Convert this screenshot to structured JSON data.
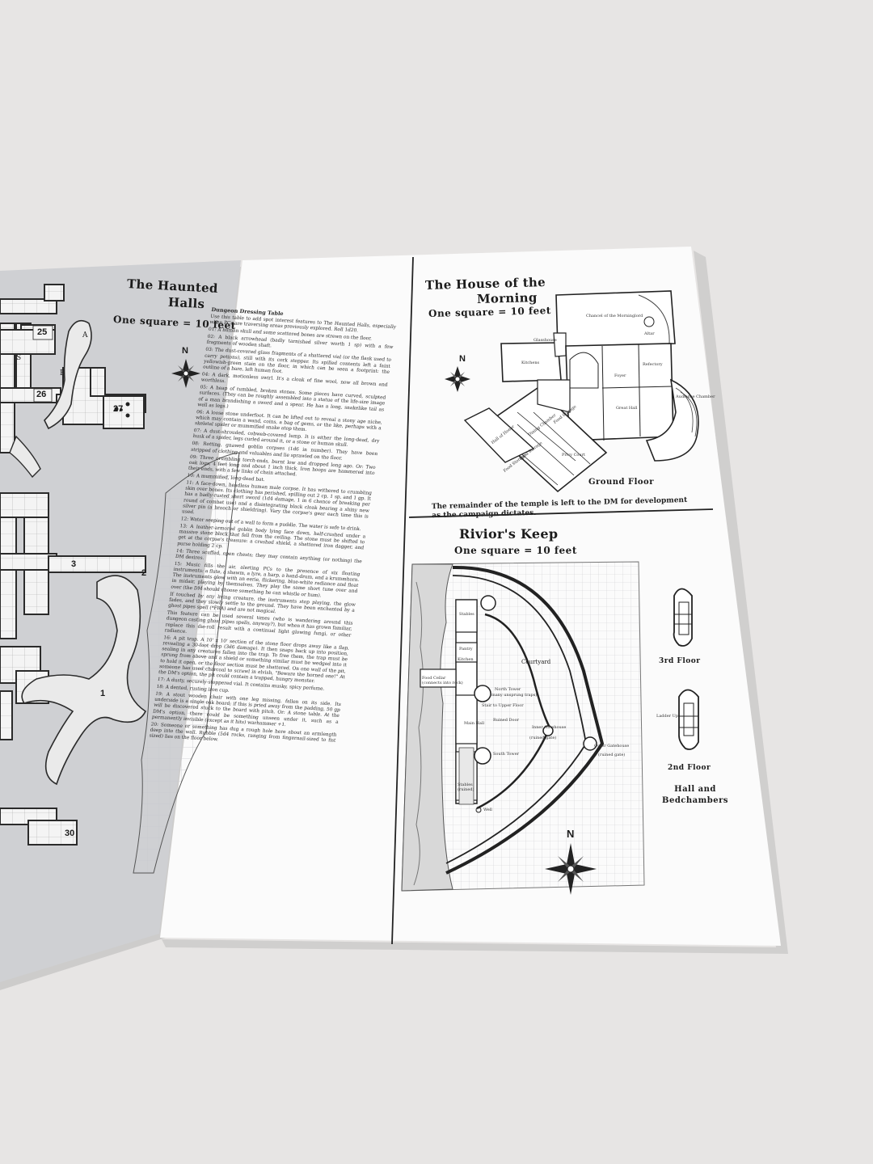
{
  "haunted_halls": {
    "title_line1": "The Haunted",
    "title_line2": "Halls",
    "scale": "One square = 10 feet",
    "compass": "N",
    "room_numbers": [
      "25",
      "26",
      "27",
      "3",
      "2",
      "1",
      "30"
    ],
    "letters": [
      "A",
      "B",
      "S"
    ]
  },
  "dungeon_table": {
    "heading": "Dungeon Dressing Table",
    "intro": "Use this table to add spot interest features to The Haunted Halls, especially when PCs are traversing areas previously explored. Roll 1d20.",
    "entries": [
      "01: A human skull and some scattered bones are strewn on the floor.",
      "02: A black arrowhead (badly tarnished silver worth 1 sp) with a few fragments of wooden shaft.",
      "03: The dust-covered glass fragments of a shattered vial (or the flask used to carry potions), still with its cork stopper. Its spilled contents left a faint yellowish-green stain on the floor, in which can be seen a footprint: the outline of a bare, left human foot.",
      "04: A dark, motionless swirl. It's a cloak of fine wool, now all brown and worthless.",
      "05: A heap of tumbled, broken stones. Some pieces have curved, sculpted surfaces. (They can be roughly assembled into a statue of the life-size image of a man brandishing a sword and a spear. He has a long, snakelike tail as well as legs.)",
      "06: A loose stone underfoot. It can be lifted out to reveal a stony age niche, which may contain a wand, coins, a bag of gems, or the like, perhaps with a skeletal spider or mummified snake atop them.",
      "07: A dust-shrouded, cobweb-covered lump. It is either the long-dead, dry husk of a spider, legs curled around it, or a stone or human skull.",
      "08: Rotting, gnawed goblin corpses (1d6 in number). They have been stripped of clothing and valuables and lie sprawled on the floor.",
      "09: Three crumbling torch-ends, burnt low and dropped long ago. Or: Two oak logs, 4 feet long and about 1 inch thick. Iron hoops are hammered into their ends, with a few links of chain attached.",
      "10: A mummified, long-dead bat.",
      "11: A face-down, headless human male corpse. It has withered to crumbling skin over bones. Its clothing has perished, spilling out 2 cp, 1 sp, and 1 gp. It has a badly-rusted short sword (1d4 damage, 1 in 6 chance of breaking per round of combat use) and a disintegrating black cloak bearing a shiny new silver pin (a brooch or shieldring). Vary the corpse's gear each time this is used.",
      "12: Water seeping out of a wall to form a puddle. The water is safe to drink.",
      "13: A leather-armored goblin body lying face down, half-crushed under a massive stone block that fell from the ceiling. The stone must be shifted to get at the corpse's treasure: a crushed shield, a shattered iron dagger, and purse holding 2 cp.",
      "14: Three scuffed, open chests; they may contain anything (or nothing) the DM desires.",
      "15: Music fills the air, alerting PCs to the presence of six floating instruments: a flute, a shawm, a lyre, a harp, a hand-drum, and a krummhorn. The instruments glow with an eerie, flickering, blue-white radiance and float in midair, playing by themselves. They play the same short tune over and over (the DM should choose something he can whistle or hum).",
      "If touched by any living creature, the instruments stop playing, the glow fades, and they slowly settle to the ground. They have been enchanted by a ghost pipes spell (*FRA) and are not magical.",
      "This feature can be used several times (who is wandering around this dungeon casting ghost pipes spells, anyway?), but when it has grown familiar, replace this die-roll result with a continual light glowing fungi, or other radiance.",
      "16: A pit trap. A 10' x 10' section of the stone floor drops away like a flap, revealing a 30-foot drop (3d6 damage). It then snaps back up into position, sealing in any creatures fallen into the trap. To free them, the trap must be sprung from above and a shield or something similar must be wedged into it to hold it open, or the floor section must be shattered. On one wall of the pit, someone has used charcoal to scrawl in elvish, \"Beware the horned one!\" At the DM's option, the pit could contain a trapped, hungry monster.",
      "17: A dusty, securely-stoppered vial. It contains musky, spicy perfume.",
      "18: A dented, rusting iron cup.",
      "19: A stout wooden chair with one leg missing, fallen on its side. Its underside is a single oak board; if this is pried away from the padding, 50 gp will be discovered stuck to the board with pitch. Or: A stone table. At the DM's option, there could be something unseen under it, such as a permanently invisible (except as it hits) warhammer +1.",
      "20: Someone or something has dug a rough hole here about an armlength deep into the wall. Rubble (5d4 rocks, ranging from fingernail-sized to fist sized) lies on the floor below."
    ]
  },
  "house_of_morning": {
    "title_line1": "The House of the",
    "title_line2": "Morning",
    "scale": "One square = 10 feet",
    "compass": "N",
    "rooms": {
      "chancel": "Chancel of the Morninglord",
      "altar": "Altar",
      "glasshouse": "Glasshouse",
      "kitchens": "Kitchens",
      "foyer": "Foyer",
      "great_hall": "Great Hall",
      "refectory": "Refectory",
      "audience": "Audience Chamber",
      "hall_of_honor": "Hall of Honor",
      "dining": "Dining Chamber",
      "food_storage_1": "Food Storage",
      "food_storage_2": "Food Storage",
      "food_storage_3": "Food Storage",
      "privies": "Privy Court"
    },
    "floor_label": "Ground Floor",
    "note": "The remainder of the temple is left to the DM for development as the campaign dictates."
  },
  "riviors_keep": {
    "title": "Rivior's Keep",
    "scale": "One square = 10 feet",
    "compass": "N",
    "labels": {
      "courtyard": "Courtyard",
      "north_tower": "North Tower",
      "north_tower_note": "(many unsprung traps)",
      "stair": "Stair to Upper Floor",
      "ruined_door": "Ruined Door",
      "inner_gatehouse": "Inner Gatehouse",
      "inner_gatehouse_note": "(ruined gate)",
      "outer_gatehouse": "Outer Gatehouse",
      "outer_gatehouse_note": "(ruined gate)",
      "south_tower": "South Tower",
      "main_hall": "Main Hall",
      "pantry": "Pantry",
      "kitchen": "Kitchen",
      "food_cellar": "Food Cellar",
      "food_cellar_note": "(connects into rock)",
      "stables": "Stables",
      "stables_note": "(ruined)",
      "well": "Well"
    },
    "floor_3": "3rd Floor",
    "floor_2": "2nd Floor",
    "ladder": "Ladder Up",
    "legend": "Hall and Bedchambers"
  }
}
